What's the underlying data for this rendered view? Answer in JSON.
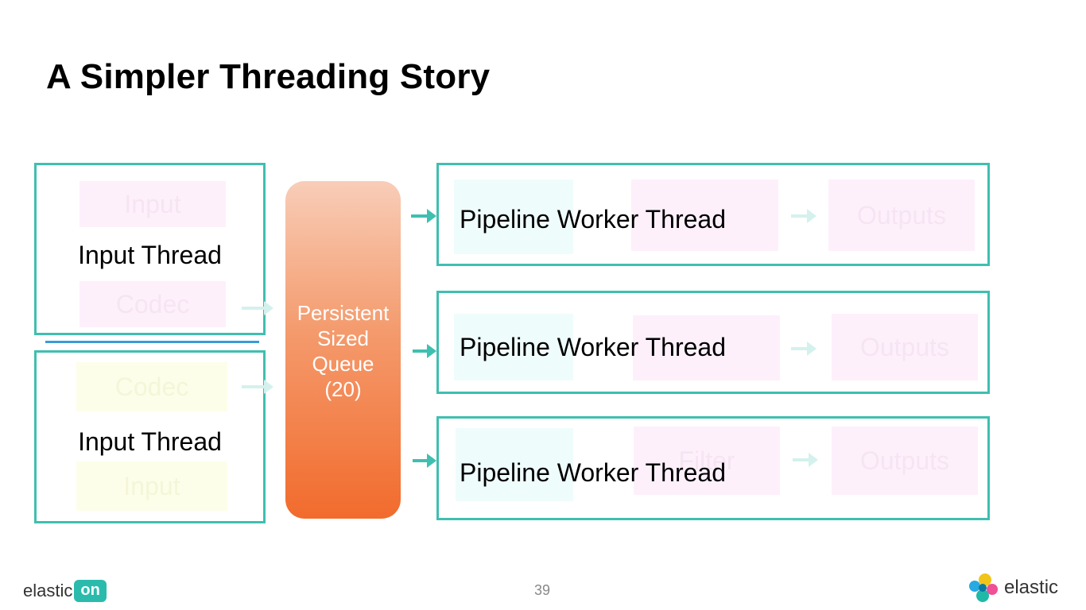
{
  "slide": {
    "title": "A Simpler Threading Story",
    "page_number": "39"
  },
  "input_threads": [
    {
      "label": "Input Thread",
      "ghost_top": "Input",
      "ghost_bottom": "Codec"
    },
    {
      "label": "Input Thread",
      "ghost_top": "Codec",
      "ghost_bottom": "Input"
    }
  ],
  "queue": {
    "lines": [
      "Persistent",
      "Sized",
      "Queue",
      "(20)"
    ]
  },
  "workers": [
    {
      "label": "Pipeline Worker Thread",
      "ghost_right": "Outputs"
    },
    {
      "label": "Pipeline Worker Thread",
      "ghost_right": "Outputs"
    },
    {
      "label": "Pipeline Worker Thread",
      "ghost_mid": "Filter",
      "ghost_right": "Outputs"
    }
  ],
  "footer": {
    "left_logo_word": "elastic",
    "left_logo_badge": "on",
    "right_logo_word": "elastic"
  },
  "colors": {
    "box_border": "#3fbfb0",
    "separator": "#3a9bd9",
    "queue_top": "#f8cdb8",
    "queue_bottom": "#f26b2d",
    "badge": "#2bbbad"
  }
}
